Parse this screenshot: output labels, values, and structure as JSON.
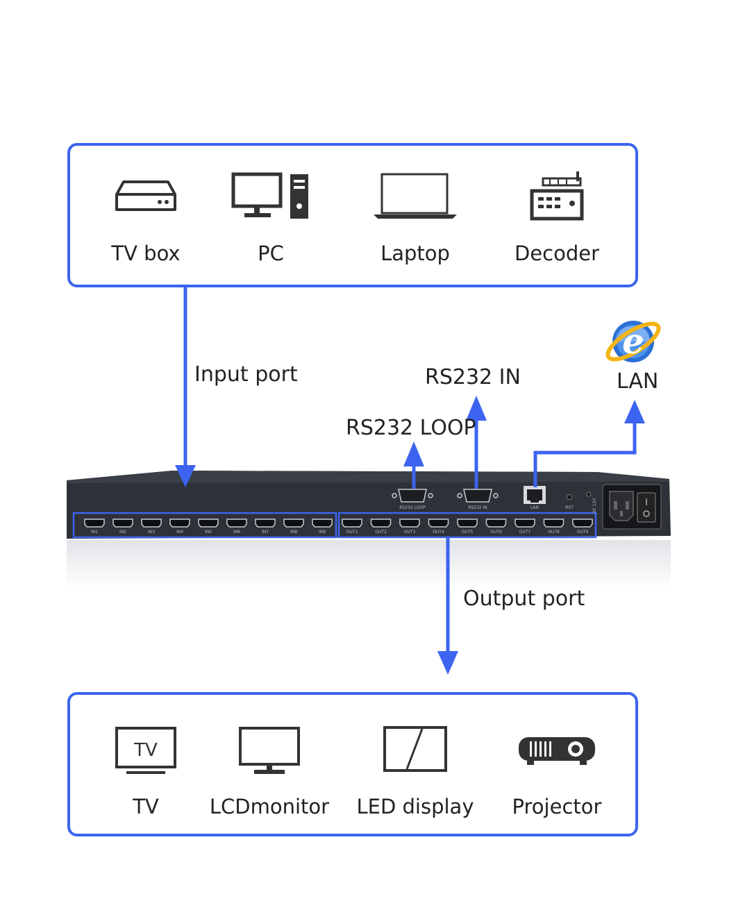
{
  "inputs": {
    "devices": [
      {
        "label": "TV box",
        "icon": "tv-box-icon"
      },
      {
        "label": "PC",
        "icon": "desktop-pc-icon"
      },
      {
        "label": "Laptop",
        "icon": "laptop-icon"
      },
      {
        "label": "Decoder",
        "icon": "decoder-icon"
      }
    ]
  },
  "outputs": {
    "devices": [
      {
        "label": "TV",
        "icon": "tv-icon",
        "icon_text": "TV"
      },
      {
        "label": "LCDmonitor",
        "icon": "lcd-monitor-icon"
      },
      {
        "label": "LED display",
        "icon": "led-display-icon"
      },
      {
        "label": "Projector",
        "icon": "projector-icon"
      }
    ]
  },
  "callouts": {
    "input_port": "Input port",
    "output_port": "Output port",
    "rs232_in": "RS232 IN",
    "rs232_loop": "RS232 LOOP",
    "lan": "LAN"
  },
  "device": {
    "in_ports": [
      "IN1",
      "IN2",
      "IN3",
      "IN4",
      "IN5",
      "IN6",
      "IN7",
      "IN8",
      "IN9"
    ],
    "out_ports": [
      "OUT1",
      "OUT2",
      "OUT3",
      "OUT4",
      "OUT5",
      "OUT6",
      "OUT7",
      "OUT8",
      "OUT9"
    ],
    "rs232_loop_label": "RS232 LOOP",
    "rs232_in_label": "RS232 IN",
    "lan_label": "LAN",
    "rst_label": "RST",
    "power_label": "DC 12V"
  },
  "colors": {
    "accent": "#3c64f0",
    "chassis": "#2e3138",
    "text": "#222222"
  }
}
